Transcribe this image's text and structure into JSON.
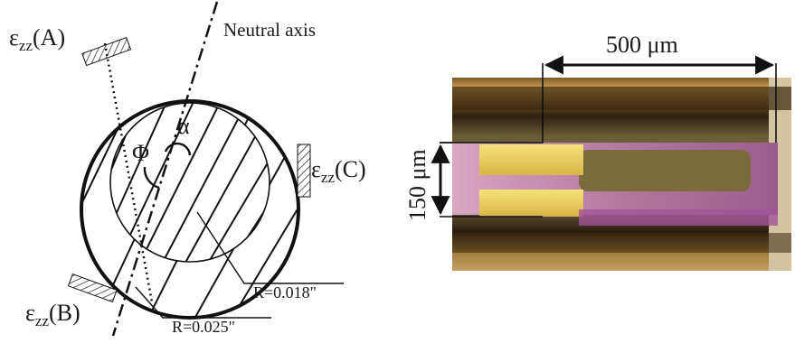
{
  "diagram": {
    "strain_gauge_a": {
      "symbol": "ε",
      "subscript": "zz",
      "tag": "(A)"
    },
    "strain_gauge_b": {
      "symbol": "ε",
      "subscript": "zz",
      "tag": "(B)"
    },
    "strain_gauge_c": {
      "symbol": "ε",
      "subscript": "zz",
      "tag": "(C)"
    },
    "neutral_axis_label": "Neutral axis",
    "alpha_label": "α",
    "phi_label": "Φ",
    "inner_radius_label": "R=0.018\"",
    "outer_radius_label": "R=0.025\""
  },
  "micrograph": {
    "length_scale_label": "500 μm",
    "width_scale_label": "150 μm"
  }
}
